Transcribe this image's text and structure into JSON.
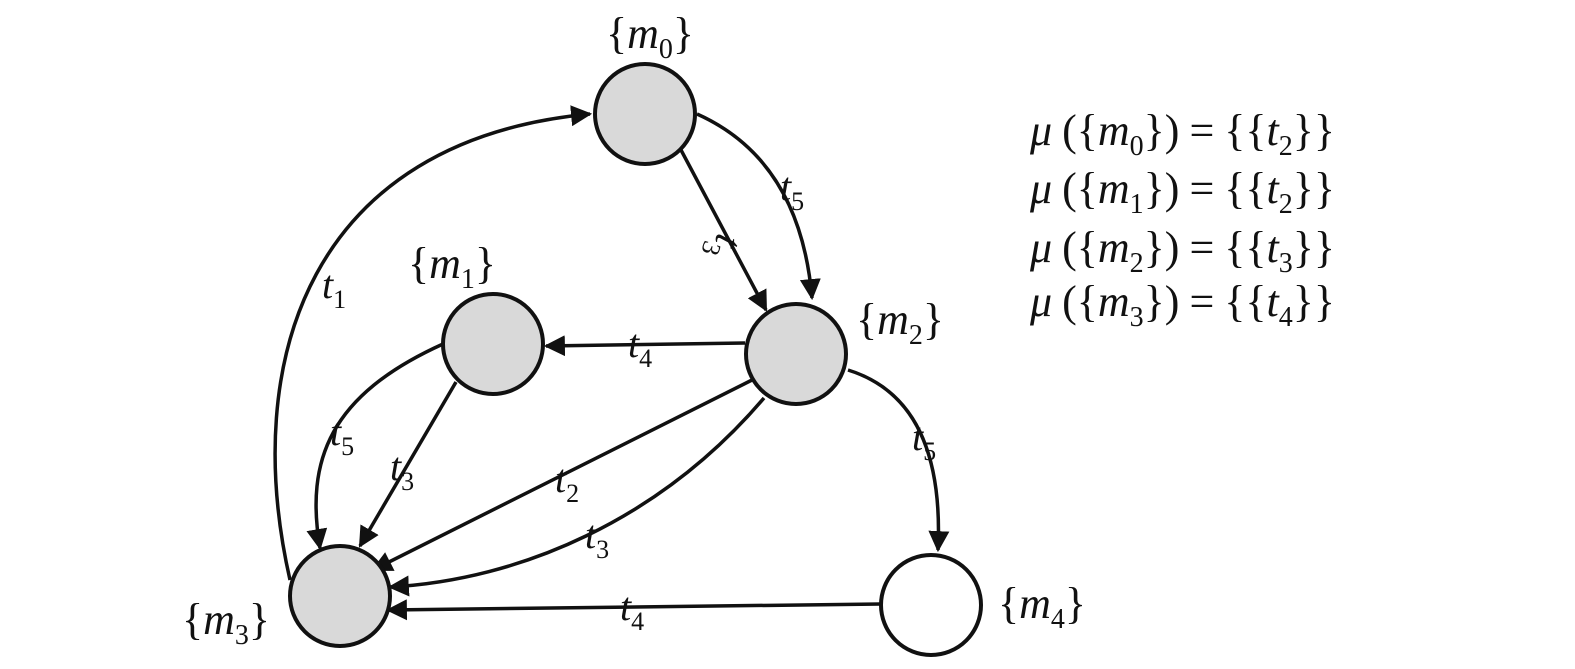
{
  "colors": {
    "visited_fill": "#d9d9d9",
    "unvisited_fill": "#ffffff",
    "stroke": "#111111"
  },
  "states": [
    {
      "id": "m0",
      "set_open": "{",
      "var": "m",
      "sub": "0",
      "set_close": "}",
      "shaded": true
    },
    {
      "id": "m1",
      "set_open": "{",
      "var": "m",
      "sub": "1",
      "set_close": "}",
      "shaded": true
    },
    {
      "id": "m2",
      "set_open": "{",
      "var": "m",
      "sub": "2",
      "set_close": "}",
      "shaded": true
    },
    {
      "id": "m3",
      "set_open": "{",
      "var": "m",
      "sub": "3",
      "set_close": "}",
      "shaded": true
    },
    {
      "id": "m4",
      "set_open": "{",
      "var": "m",
      "sub": "4",
      "set_close": "}",
      "shaded": false
    }
  ],
  "transitions": [
    {
      "from": "m0",
      "to": "m2",
      "var": "t",
      "sub": "3"
    },
    {
      "from": "m0",
      "to": "m2",
      "var": "t",
      "sub": "5"
    },
    {
      "from": "m3",
      "to": "m0",
      "var": "t",
      "sub": "1"
    },
    {
      "from": "m2",
      "to": "m1",
      "var": "t",
      "sub": "4"
    },
    {
      "from": "m1",
      "to": "m3",
      "var": "t",
      "sub": "5"
    },
    {
      "from": "m1",
      "to": "m3",
      "var": "t",
      "sub": "3"
    },
    {
      "from": "m2",
      "to": "m3",
      "var": "t",
      "sub": "2"
    },
    {
      "from": "m2",
      "to": "m3",
      "var": "t",
      "sub": "3"
    },
    {
      "from": "m2",
      "to": "m4",
      "var": "t",
      "sub": "5"
    },
    {
      "from": "m4",
      "to": "m3",
      "var": "t",
      "sub": "4"
    }
  ],
  "mapping": [
    {
      "fn": "μ",
      "open_paren": "(",
      "set_open": "{",
      "var": "m",
      "sub": "0",
      "set_close": "}",
      "close_paren": ")",
      "eq": "=",
      "rhs_open": "{{",
      "rhs_var": "t",
      "rhs_sub": "2",
      "rhs_close": "}}"
    },
    {
      "fn": "μ",
      "open_paren": "(",
      "set_open": "{",
      "var": "m",
      "sub": "1",
      "set_close": "}",
      "close_paren": ")",
      "eq": "=",
      "rhs_open": "{{",
      "rhs_var": "t",
      "rhs_sub": "2",
      "rhs_close": "}}"
    },
    {
      "fn": "μ",
      "open_paren": "(",
      "set_open": "{",
      "var": "m",
      "sub": "2",
      "set_close": "}",
      "close_paren": ")",
      "eq": "=",
      "rhs_open": "{{",
      "rhs_var": "t",
      "rhs_sub": "3",
      "rhs_close": "}}"
    },
    {
      "fn": "μ",
      "open_paren": "(",
      "set_open": "{",
      "var": "m",
      "sub": "3",
      "set_close": "}",
      "close_paren": ")",
      "eq": "=",
      "rhs_open": "{{",
      "rhs_var": "t",
      "rhs_sub": "4",
      "rhs_close": "}}"
    }
  ]
}
